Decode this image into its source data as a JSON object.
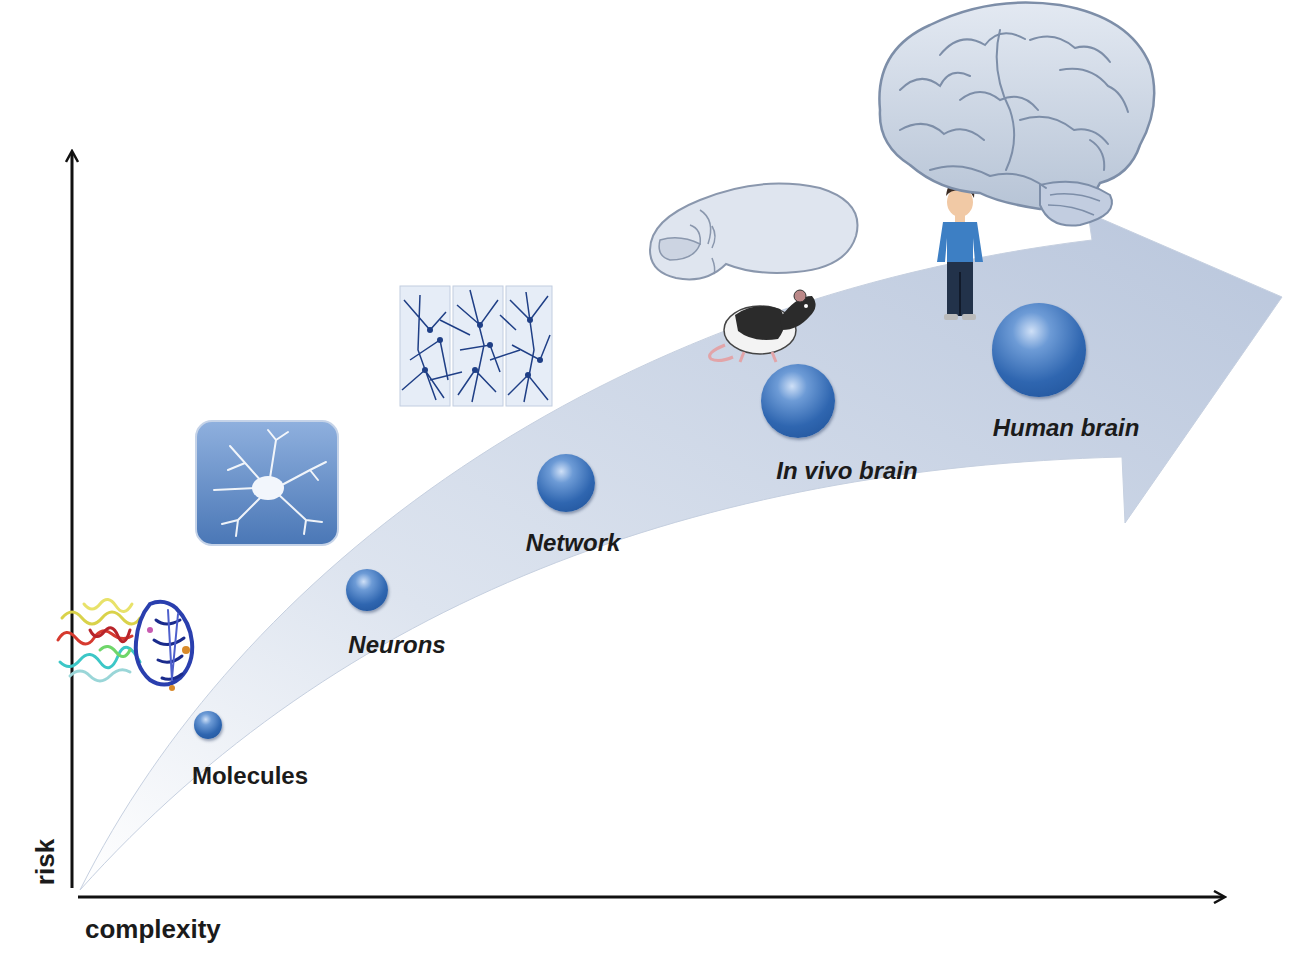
{
  "diagram": {
    "nodes": [
      {
        "text": [
          "Molecules"
        ]
      },
      {
        "text": [
          "Neurons"
        ]
      },
      {
        "text": [
          "Network"
        ]
      },
      {
        "text": [
          "In vivo brain"
        ]
      },
      {
        "text": [
          "Human brain"
        ]
      }
    ],
    "labels": [
      "risk",
      "complexity"
    ]
  }
}
